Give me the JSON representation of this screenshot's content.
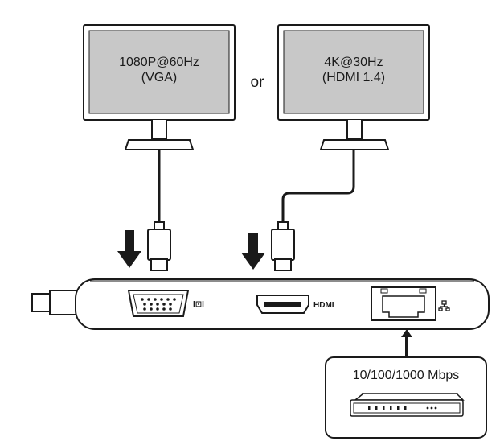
{
  "monitor_left": {
    "line1": "1080P@60Hz",
    "line2": "(VGA)"
  },
  "monitor_right": {
    "line1": "4K@30Hz",
    "line2": "(HDMI 1.4)"
  },
  "or_text": "or",
  "port_labels": {
    "vga_symbol": "I⊡I",
    "hdmi": "HDMI"
  },
  "network": {
    "speed": "10/100/1000 Mbps"
  },
  "colors": {
    "screen": "#c8c8c8",
    "stroke": "#1a1a1a",
    "background": "#ffffff"
  }
}
